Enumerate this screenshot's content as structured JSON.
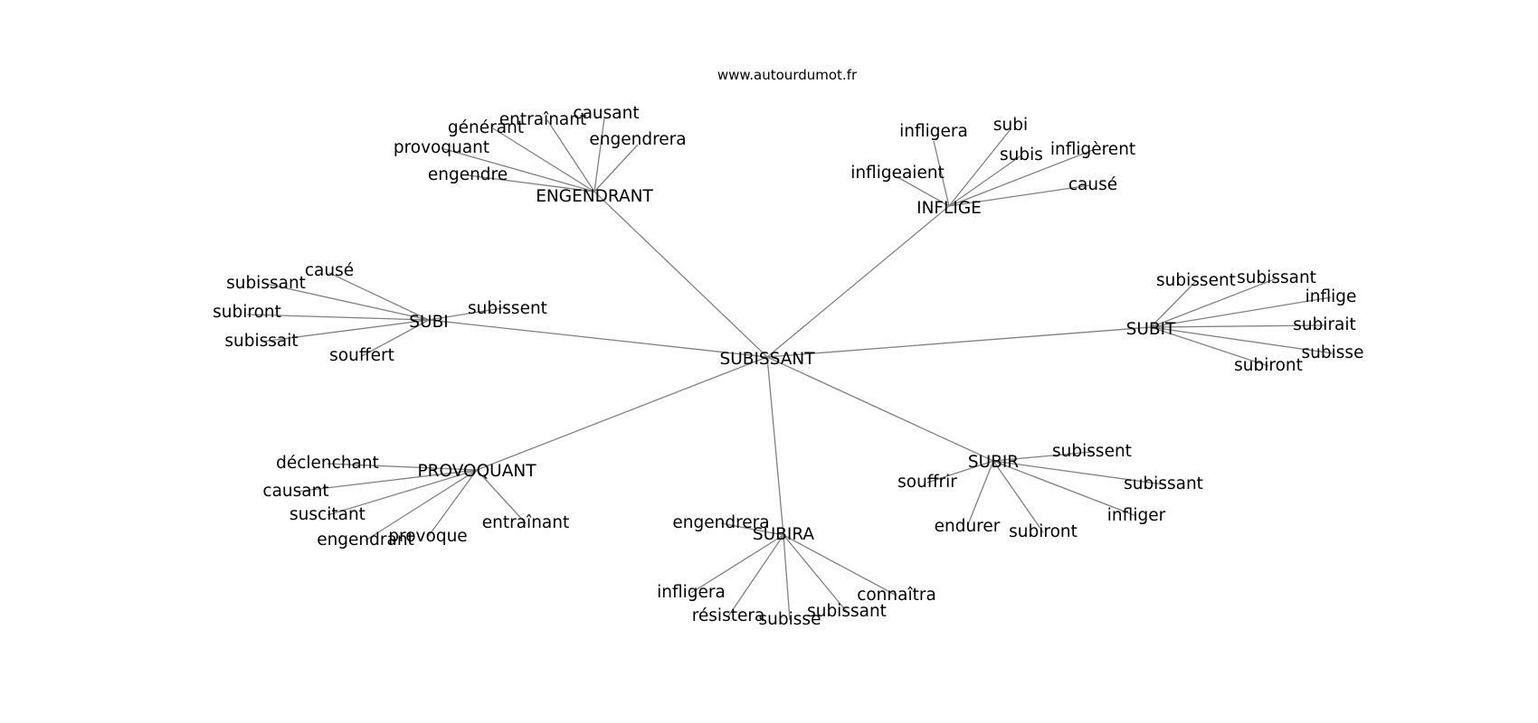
{
  "source_label": "www.autourdumot.fr",
  "center": "SUBISSANT",
  "clusters": [
    {
      "hub": "ENGENDRANT",
      "words": [
        "causant",
        "entraînant",
        "générant",
        "engendrera",
        "provoquant",
        "engendre"
      ]
    },
    {
      "hub": "INFLIGE",
      "words": [
        "infligera",
        "subi",
        "subis",
        "infligèrent",
        "infligeaient",
        "causé"
      ]
    },
    {
      "hub": "SUBI",
      "words": [
        "causé",
        "subissant",
        "subiront",
        "subissait",
        "souffert",
        "subissent"
      ]
    },
    {
      "hub": "SUBIT",
      "words": [
        "subissent",
        "subissant",
        "inflige",
        "subirait",
        "subisse",
        "subiront"
      ]
    },
    {
      "hub": "PROVOQUANT",
      "words": [
        "déclenchant",
        "causant",
        "suscitant",
        "engendrant",
        "provoque",
        "entraînant"
      ]
    },
    {
      "hub": "SUBIRA",
      "words": [
        "engendrera",
        "infligera",
        "résistera",
        "subisse",
        "subissant",
        "connaîtra"
      ]
    },
    {
      "hub": "SUBIR",
      "words": [
        "subissent",
        "souffrir",
        "subissant",
        "infliger",
        "endurer",
        "subiront"
      ]
    }
  ]
}
